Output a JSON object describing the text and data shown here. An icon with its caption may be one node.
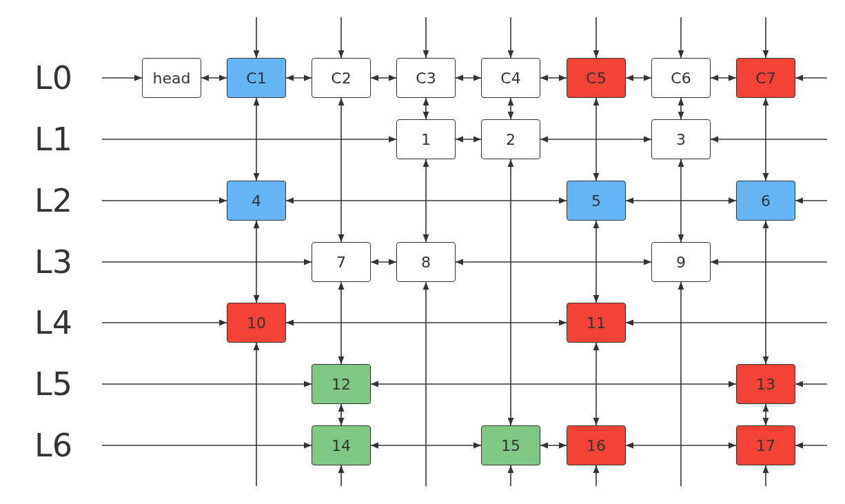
{
  "diagram": {
    "nodes": [
      {
        "text": [
          "head"
        ]
      },
      {
        "text": [
          "C1"
        ]
      },
      {
        "text": [
          "C2"
        ]
      },
      {
        "text": [
          "C3"
        ]
      },
      {
        "text": [
          "C4"
        ]
      },
      {
        "text": [
          "C5"
        ]
      },
      {
        "text": [
          "C6"
        ]
      },
      {
        "text": [
          "C7"
        ]
      },
      {
        "text": [
          "1"
        ]
      },
      {
        "text": [
          "2"
        ]
      },
      {
        "text": [
          "3"
        ]
      },
      {
        "text": [
          "4"
        ]
      },
      {
        "text": [
          "5"
        ]
      },
      {
        "text": [
          "6"
        ]
      },
      {
        "text": [
          "7"
        ]
      },
      {
        "text": [
          "8"
        ]
      },
      {
        "text": [
          "9"
        ]
      },
      {
        "text": [
          "10"
        ]
      },
      {
        "text": [
          "11"
        ]
      },
      {
        "text": [
          "12"
        ]
      },
      {
        "text": [
          "13"
        ]
      },
      {
        "text": [
          "14"
        ]
      },
      {
        "text": [
          "15"
        ]
      },
      {
        "text": [
          "16"
        ]
      },
      {
        "text": [
          "17"
        ]
      }
    ],
    "edges": [
      {
        "from": null,
        "to": 0,
        "arrow": "to"
      },
      {
        "from": 0,
        "to": 1,
        "arrow": "both"
      },
      {
        "from": 1,
        "to": 2,
        "arrow": "both"
      },
      {
        "from": 2,
        "to": 3,
        "arrow": "both"
      },
      {
        "from": 3,
        "to": 4,
        "arrow": "both"
      },
      {
        "from": 4,
        "to": 5,
        "arrow": "both"
      },
      {
        "from": 5,
        "to": 6,
        "arrow": "both"
      },
      {
        "from": 6,
        "to": 7,
        "arrow": "both"
      },
      {
        "from": null,
        "to": 7,
        "arrow": "to"
      },
      {
        "from": null,
        "to": 1,
        "arrow": "to"
      },
      {
        "from": null,
        "to": 2,
        "arrow": "to"
      },
      {
        "from": null,
        "to": 3,
        "arrow": "to"
      },
      {
        "from": null,
        "to": 4,
        "arrow": "to"
      },
      {
        "from": null,
        "to": 5,
        "arrow": "to"
      },
      {
        "from": null,
        "to": 6,
        "arrow": "to"
      },
      {
        "from": null,
        "to": 7,
        "arrow": "to"
      },
      {
        "from": null,
        "to": 8,
        "arrow": "to"
      },
      {
        "from": 8,
        "to": 9,
        "arrow": "both"
      },
      {
        "from": 9,
        "to": 10,
        "arrow": "both"
      },
      {
        "from": null,
        "to": 10,
        "arrow": "to"
      },
      {
        "from": null,
        "to": 11,
        "arrow": "to"
      },
      {
        "from": 11,
        "to": 12,
        "arrow": "both"
      },
      {
        "from": 12,
        "to": 13,
        "arrow": "both"
      },
      {
        "from": null,
        "to": 13,
        "arrow": "to"
      },
      {
        "from": null,
        "to": 14,
        "arrow": "to"
      },
      {
        "from": 14,
        "to": 15,
        "arrow": "both"
      },
      {
        "from": 15,
        "to": 16,
        "arrow": "both"
      },
      {
        "from": null,
        "to": 16,
        "arrow": "to"
      },
      {
        "from": null,
        "to": 17,
        "arrow": "to"
      },
      {
        "from": 17,
        "to": 18,
        "arrow": "both"
      },
      {
        "from": null,
        "to": 18,
        "arrow": "to"
      },
      {
        "from": null,
        "to": 19,
        "arrow": "to"
      },
      {
        "from": 19,
        "to": 20,
        "arrow": "both"
      },
      {
        "from": null,
        "to": 20,
        "arrow": "to"
      },
      {
        "from": null,
        "to": 21,
        "arrow": "to"
      },
      {
        "from": 21,
        "to": 22,
        "arrow": "both"
      },
      {
        "from": 22,
        "to": 23,
        "arrow": "both"
      },
      {
        "from": 23,
        "to": 24,
        "arrow": "both"
      },
      {
        "from": null,
        "to": 24,
        "arrow": "to"
      },
      {
        "from": 1,
        "to": 11,
        "arrow": "both"
      },
      {
        "from": 11,
        "to": 17,
        "arrow": "both"
      },
      {
        "from": null,
        "to": 17,
        "arrow": "to"
      },
      {
        "from": 2,
        "to": 14,
        "arrow": "both"
      },
      {
        "from": 14,
        "to": 19,
        "arrow": "both"
      },
      {
        "from": 19,
        "to": 21,
        "arrow": "both"
      },
      {
        "from": null,
        "to": 21,
        "arrow": "to"
      },
      {
        "from": 3,
        "to": 8,
        "arrow": "both"
      },
      {
        "from": 8,
        "to": 15,
        "arrow": "both"
      },
      {
        "from": null,
        "to": 15,
        "arrow": "to"
      },
      {
        "from": 4,
        "to": 9,
        "arrow": "both"
      },
      {
        "from": 9,
        "to": 22,
        "arrow": "both"
      },
      {
        "from": null,
        "to": 22,
        "arrow": "to"
      },
      {
        "from": 5,
        "to": 12,
        "arrow": "both"
      },
      {
        "from": 12,
        "to": 18,
        "arrow": "both"
      },
      {
        "from": 18,
        "to": 23,
        "arrow": "both"
      },
      {
        "from": null,
        "to": 23,
        "arrow": "to"
      },
      {
        "from": 6,
        "to": 10,
        "arrow": "both"
      },
      {
        "from": 10,
        "to": 16,
        "arrow": "both"
      },
      {
        "from": null,
        "to": 16,
        "arrow": "to"
      },
      {
        "from": 7,
        "to": 13,
        "arrow": "both"
      },
      {
        "from": 13,
        "to": 20,
        "arrow": "both"
      },
      {
        "from": 20,
        "to": 24,
        "arrow": "both"
      },
      {
        "from": null,
        "to": 24,
        "arrow": "to"
      }
    ],
    "labels": [
      "L0",
      "L1",
      "L2",
      "L3",
      "L4",
      "L5",
      "L6"
    ]
  }
}
